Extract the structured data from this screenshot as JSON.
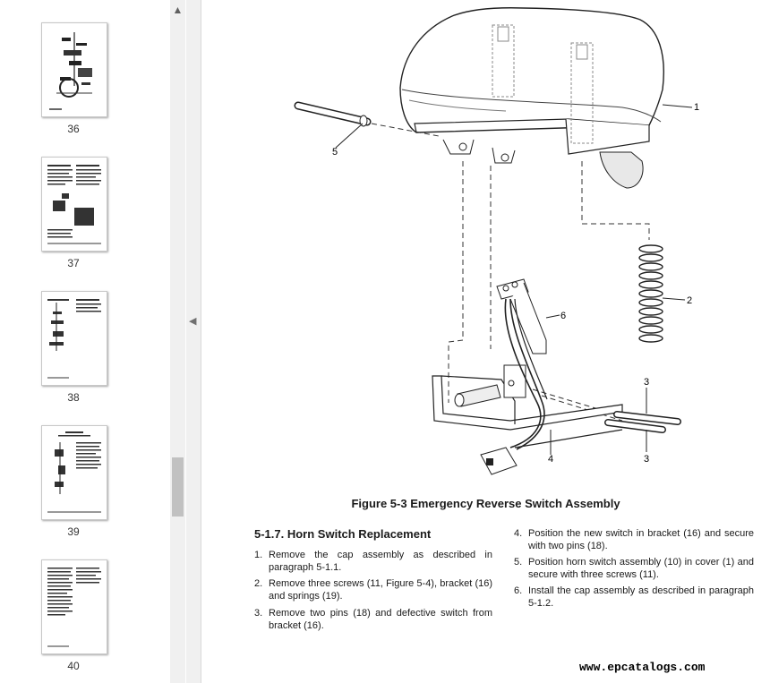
{
  "sidebar": {
    "thumbnails": [
      {
        "page": "36"
      },
      {
        "page": "37"
      },
      {
        "page": "38"
      },
      {
        "page": "39"
      },
      {
        "page": "40"
      }
    ],
    "scroll_up_icon": "triangle-up",
    "collapse_icon": "triangle-left"
  },
  "document": {
    "callouts": {
      "c1": "1",
      "c2": "2",
      "c3a": "3",
      "c3b": "3",
      "c4": "4",
      "c5": "5",
      "c6": "6"
    },
    "caption": "Figure 5-3 Emergency Reverse Switch Assembly",
    "section_title": "5-1.7. Horn Switch Replacement",
    "steps_left": [
      {
        "num": "1.",
        "text": "Remove the cap assembly as described in paragraph 5-1.1."
      },
      {
        "num": "2.",
        "text": "Remove three screws (11, Figure 5-4), bracket (16) and springs (19)."
      },
      {
        "num": "3.",
        "text": "Remove two pins (18) and defective switch from bracket (16)."
      }
    ],
    "steps_right": [
      {
        "num": "4.",
        "text": "Position the new switch in bracket (16) and secure with two pins (18)."
      },
      {
        "num": "5.",
        "text": "Position horn switch assembly (10) in cover (1) and secure with three screws (11)."
      },
      {
        "num": "6.",
        "text": "Install the cap assembly as described in paragraph 5-1.2."
      }
    ],
    "watermark": "www.epcatalogs.com"
  }
}
